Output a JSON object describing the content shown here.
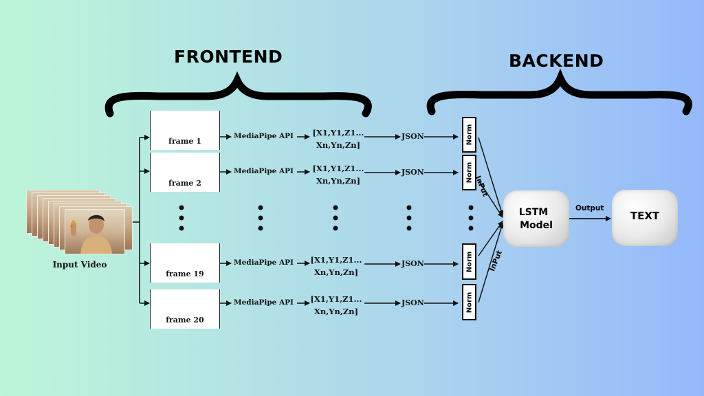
{
  "headings": {
    "frontend": "FRONTEND",
    "backend": "BACKEND"
  },
  "input": {
    "label": "Input Video"
  },
  "frames": [
    {
      "label": "frame 1",
      "api": "MediaPipe API",
      "coords_line1": "[X1,Y1,Z1...",
      "coords_line2": "Xn,Yn,Zn]",
      "json": "JSON",
      "norm": "Norm"
    },
    {
      "label": "frame 2",
      "api": "MediaPipe API",
      "coords_line1": "[X1,Y1,Z1...",
      "coords_line2": "Xn,Yn,Zn]",
      "json": "JSON",
      "norm": "Norm"
    },
    {
      "label": "frame 19",
      "api": "MediaPipe API",
      "coords_line1": "[X1,Y1,Z1...",
      "coords_line2": "Xn,Yn,Zn]",
      "json": "JSON",
      "norm": "Norm"
    },
    {
      "label": "frame 20",
      "api": "MediaPipe API",
      "coords_line1": "[X1,Y1,Z1...",
      "coords_line2": "Xn,Yn,Zn]",
      "json": "JSON",
      "norm": "Norm"
    }
  ],
  "edges": {
    "input_top": "InPut",
    "input_bottom": "InPut",
    "output": "Output"
  },
  "model": {
    "line1": "LSTM",
    "line2": "Model"
  },
  "result": {
    "label": "TEXT"
  },
  "colors": {
    "background_left": "#bdf5d9",
    "background_right": "#95b9fb",
    "ink": "#111111"
  }
}
